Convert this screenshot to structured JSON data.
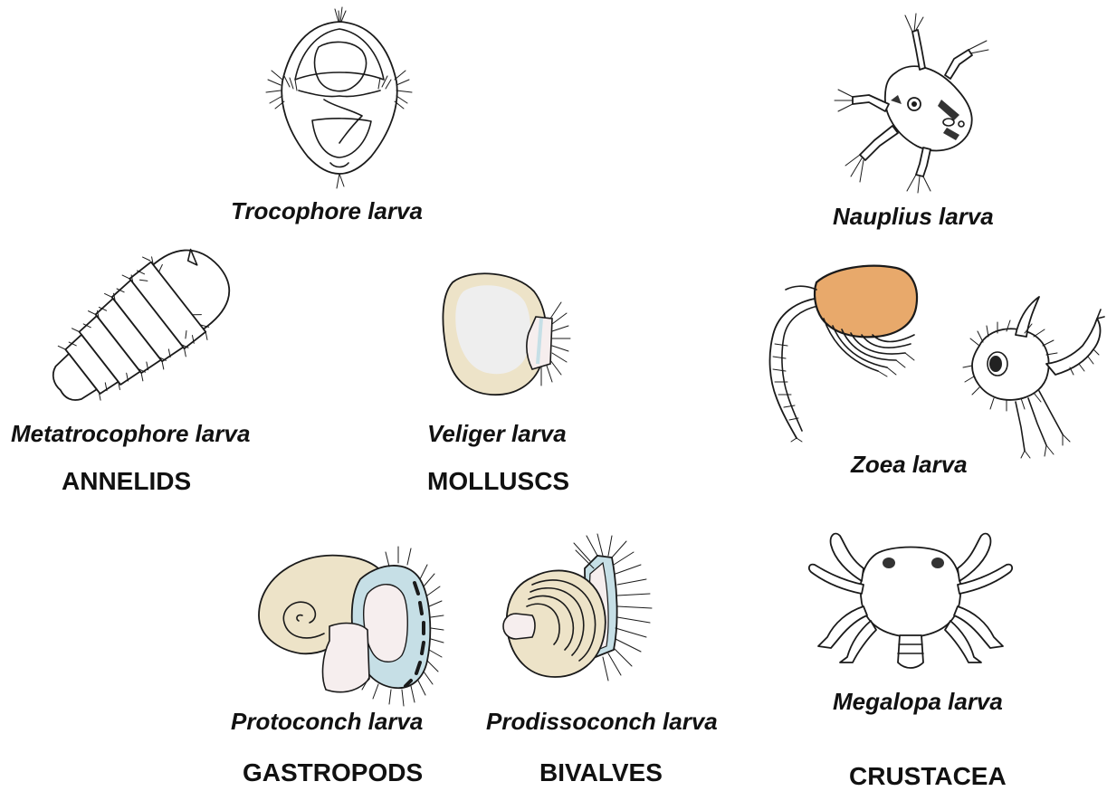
{
  "larvae": {
    "trocophore": "Trocophore larva",
    "nauplius": "Nauplius larva",
    "metatrocophore": "Metatrocophore larva",
    "veliger": "Veliger larva",
    "zoea": "Zoea larva",
    "protoconch": "Protoconch larva",
    "prodissoconch": "Prodissoconch larva",
    "megalopa": "Megalopa larva"
  },
  "groups": {
    "annelids": "ANNELIDS",
    "molluscs": "MOLLUSCS",
    "gastropods": "GASTROPODS",
    "bivalves": "BIVALVES",
    "crustacea": "CRUSTACEA"
  },
  "colors": {
    "shell_beige": "#ede3c8",
    "shell_inner": "#eeeeee",
    "velum_blue": "#c6dfe6",
    "velum_pink": "#f6eeee",
    "carapace_orange": "#e8a96b",
    "ink": "#1a1a1a"
  }
}
